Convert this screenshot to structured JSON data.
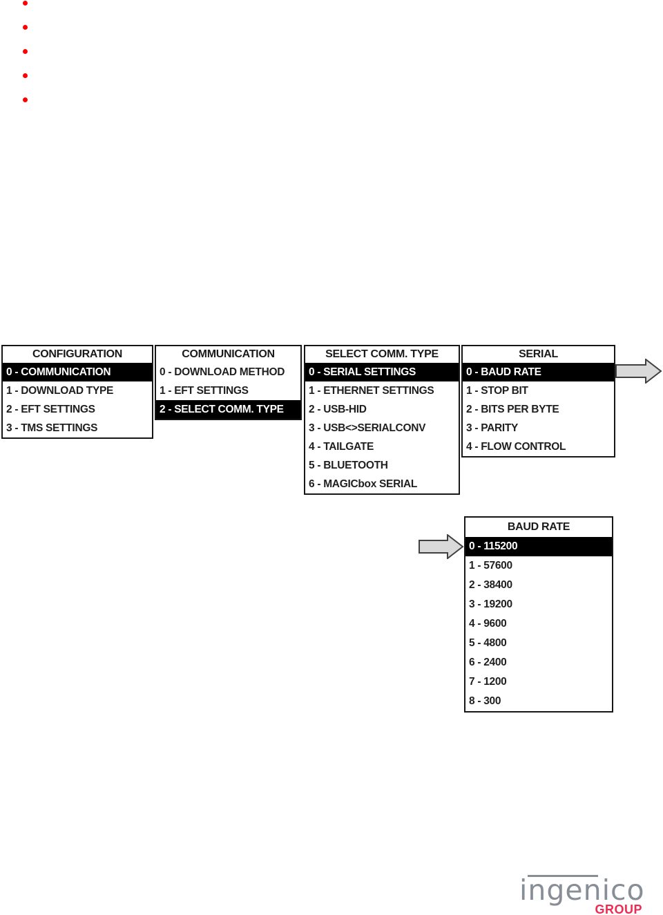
{
  "bullets": [
    "",
    "",
    "",
    "",
    ""
  ],
  "diagram": {
    "configuration": {
      "title": "CONFIGURATION",
      "items": [
        {
          "label": "0 - COMMUNICATION",
          "selected": true
        },
        {
          "label": "1 - DOWNLOAD TYPE",
          "selected": false
        },
        {
          "label": "2 - EFT SETTINGS",
          "selected": false
        },
        {
          "label": "3 - TMS SETTINGS",
          "selected": false
        }
      ]
    },
    "communication": {
      "title": "COMMUNICATION",
      "items": [
        {
          "label": "0 - DOWNLOAD METHOD",
          "selected": false
        },
        {
          "label": "1 - EFT SETTINGS",
          "selected": false
        },
        {
          "label": "2 - SELECT COMM. TYPE",
          "selected": true
        }
      ]
    },
    "select_comm_type": {
      "title": "SELECT COMM. TYPE",
      "items": [
        {
          "label": "0 - SERIAL SETTINGS",
          "selected": true
        },
        {
          "label": "1 - ETHERNET SETTINGS",
          "selected": false
        },
        {
          "label": "2 - USB-HID",
          "selected": false
        },
        {
          "label": "3 - USB<>SERIALCONV",
          "selected": false
        },
        {
          "label": "4 - TAILGATE",
          "selected": false
        },
        {
          "label": "5 - BLUETOOTH",
          "selected": false
        },
        {
          "label": "6 - MAGICbox SERIAL",
          "selected": false
        }
      ]
    },
    "serial": {
      "title": "SERIAL",
      "items": [
        {
          "label": "0 - BAUD RATE",
          "selected": true
        },
        {
          "label": "1 - STOP BIT",
          "selected": false
        },
        {
          "label": "2 - BITS PER BYTE",
          "selected": false
        },
        {
          "label": "3 - PARITY",
          "selected": false
        },
        {
          "label": "4 - FLOW CONTROL",
          "selected": false
        }
      ]
    },
    "baud_rate": {
      "title": "BAUD RATE",
      "items": [
        {
          "label": "0 - 115200",
          "selected": true
        },
        {
          "label": "1 - 57600",
          "selected": false
        },
        {
          "label": "2 - 38400",
          "selected": false
        },
        {
          "label": "3 - 19200",
          "selected": false
        },
        {
          "label": "4 - 9600",
          "selected": false
        },
        {
          "label": "5 - 4800",
          "selected": false
        },
        {
          "label": "6 - 2400",
          "selected": false
        },
        {
          "label": "7 - 1200",
          "selected": false
        },
        {
          "label": "8 - 300",
          "selected": false
        }
      ]
    }
  },
  "logo": {
    "brand": "ingenico",
    "sub": "GROUP"
  },
  "colors": {
    "bullet": "#fe0000",
    "highlight_bg": "#000000",
    "highlight_text": "#ffffff",
    "arrow_fill": "#d9d9d9",
    "arrow_stroke": "#404040",
    "logo_gray": "#878e96",
    "logo_red": "#ee2b50"
  }
}
